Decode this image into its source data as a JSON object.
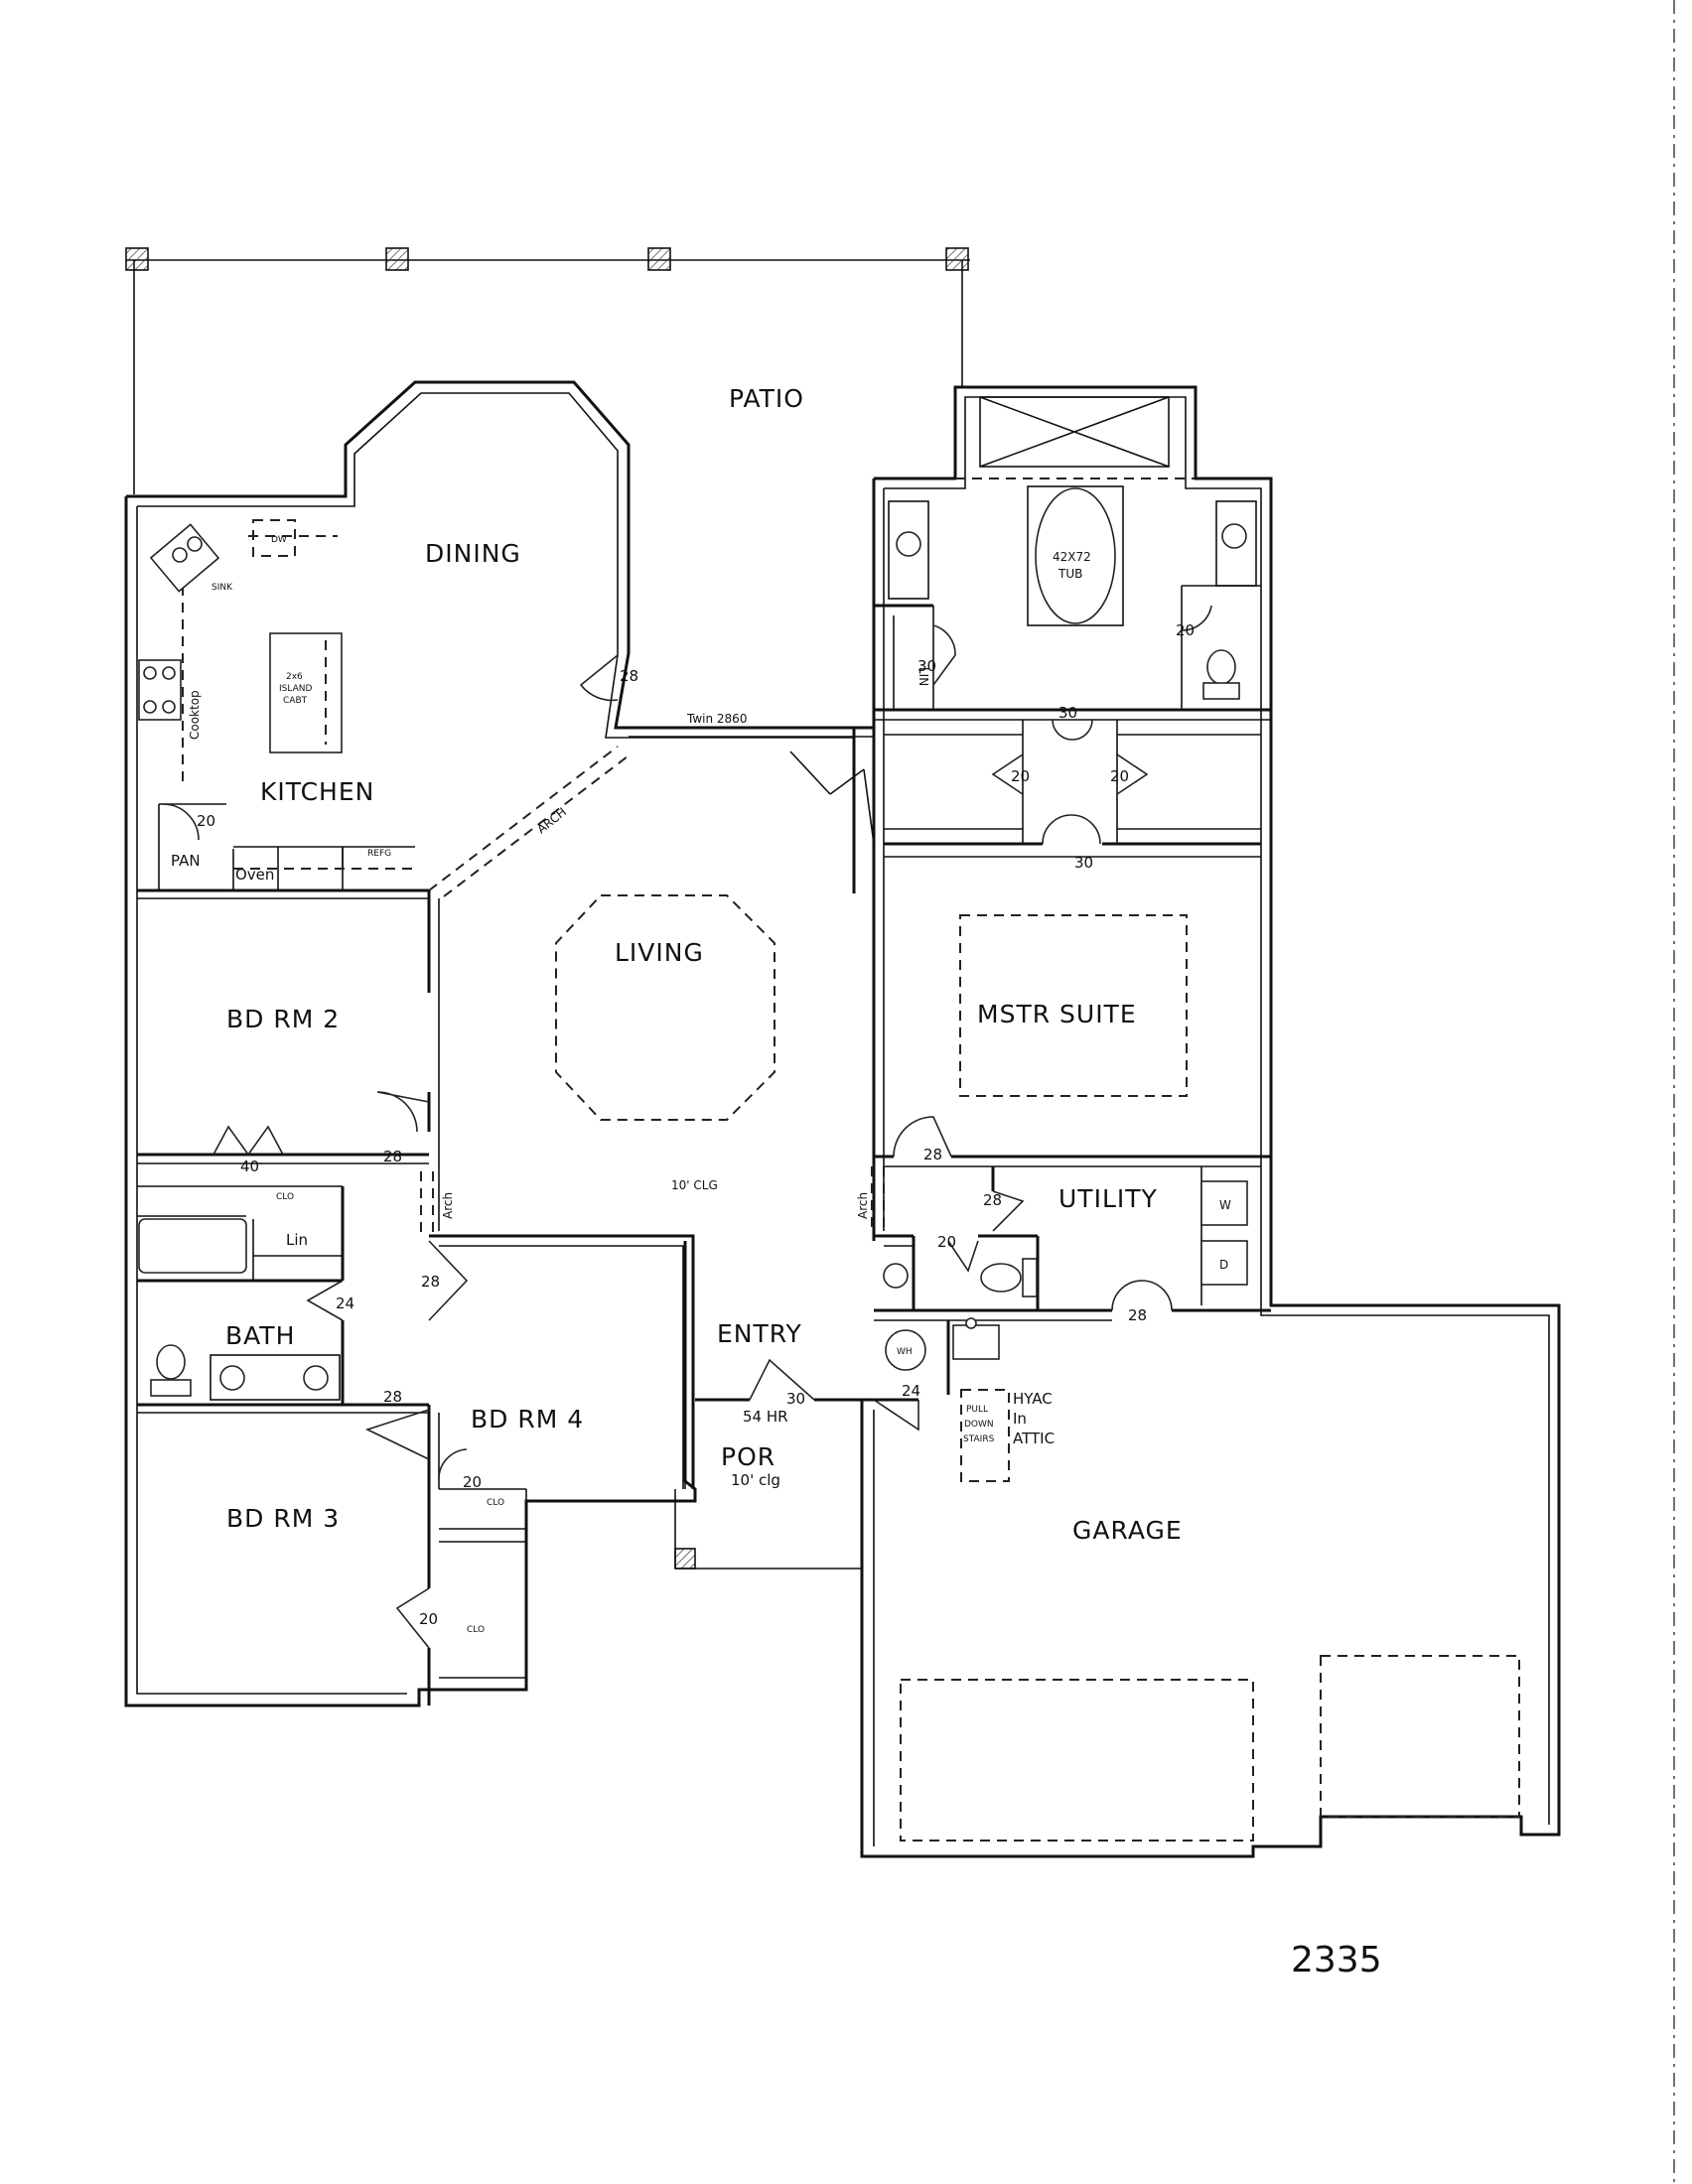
{
  "rooms": {
    "patio": "PATIO",
    "dining": "DINING",
    "kitchen": "KITCHEN",
    "living": "LIVING",
    "mstr_suite": "MSTR SUITE",
    "bd_rm_2": "BD RM 2",
    "bd_rm_3": "BD RM 3",
    "bd_rm_4": "BD RM 4",
    "bath": "BATH",
    "utility": "UTILITY",
    "entry": "ENTRY",
    "garage": "GARAGE",
    "por": "POR",
    "por_ceiling": "10' clg"
  },
  "annotations": {
    "cooktop": "Cooktop",
    "sink": "SINK",
    "dw": "DW",
    "island_1": "2x6",
    "island_2": "ISLAND",
    "island_3": "CABT",
    "pan": "PAN",
    "oven": "Oven",
    "refg": "REFG",
    "arch_kitchen": "ARCH",
    "arch_left": "Arch",
    "arch_right": "Arch",
    "twin_window": "Twin 2860",
    "tub_1": "42X72",
    "tub_2": "TUB",
    "lin_master": "LIN",
    "lin_bath": "Lin",
    "clo_bd2": "CLO",
    "clo_bd4": "CLO",
    "clo_bd3": "CLO",
    "living_clg": "10' CLG",
    "entry_hr": "54 HR",
    "wh": "WH",
    "washer": "W",
    "dryer": "D",
    "hyac_1": "HYAC",
    "hyac_2": "In",
    "hyac_3": "ATTIC",
    "stairs_1": "PULL",
    "stairs_2": "DOWN",
    "stairs_3": "STAIRS"
  },
  "door_sizes": {
    "dining": "28",
    "pan": "20",
    "lin_master": "30",
    "wc_master": "20",
    "closet_top": "30",
    "closet_left": "20",
    "closet_right": "20",
    "closet_bottom": "30",
    "bd2_closet": "40",
    "bd2": "28",
    "bath_hall": "28",
    "bath": "24",
    "bd3": "28",
    "bd4_clo": "20",
    "bd3_clo": "20",
    "mstr": "28",
    "utility": "28",
    "powder": "20",
    "garage_util": "28",
    "entry": "30",
    "wh_closet": "24"
  },
  "plan_number": "2335"
}
